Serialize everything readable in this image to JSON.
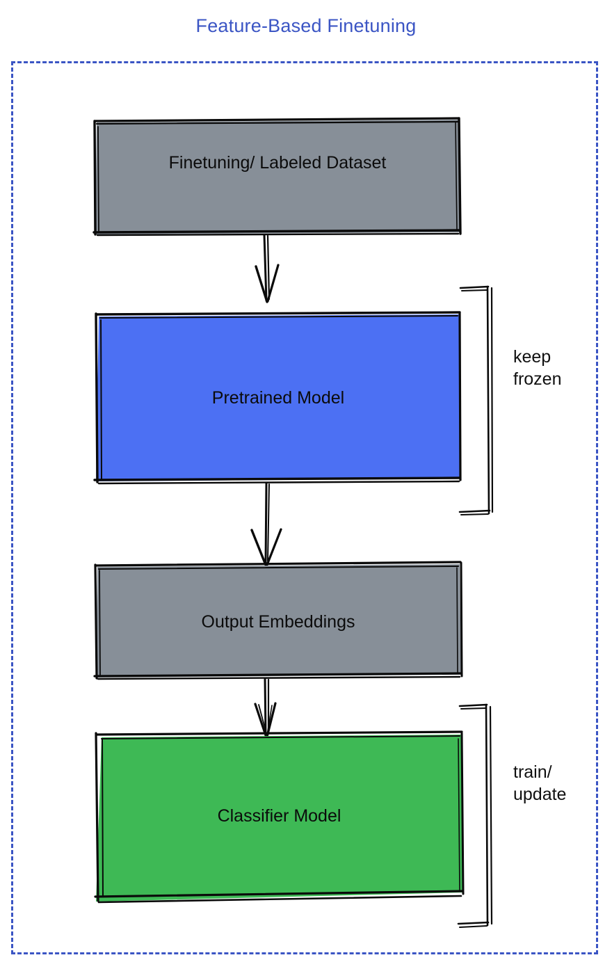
{
  "diagram": {
    "title": "Feature-Based Finetuning",
    "title_color": "#3b55c4",
    "frame_color": "#3b55c4",
    "frame_style": "dashed",
    "background": "#ffffff",
    "style": "hand-drawn sketch flowchart",
    "nodes": [
      {
        "id": "finetuning-dataset",
        "label": "Finetuning/ Labeled Dataset",
        "fill": "#878f98",
        "stroke": "#000000",
        "shape": "rectangle"
      },
      {
        "id": "pretrained-model",
        "label": "Pretrained Model",
        "fill": "#4c70f3",
        "stroke": "#000000",
        "shape": "rectangle"
      },
      {
        "id": "output-embeddings",
        "label": "Output Embeddings",
        "fill": "#878f98",
        "stroke": "#000000",
        "shape": "rectangle"
      },
      {
        "id": "classifier-model",
        "label": "Classifier Model",
        "fill": "#3eb955",
        "stroke": "#000000",
        "shape": "rectangle"
      }
    ],
    "edges": [
      {
        "from": "finetuning-dataset",
        "to": "pretrained-model",
        "type": "arrow"
      },
      {
        "from": "pretrained-model",
        "to": "output-embeddings",
        "type": "arrow"
      },
      {
        "from": "output-embeddings",
        "to": "classifier-model",
        "type": "arrow"
      }
    ],
    "annotations": [
      {
        "id": "keep-frozen",
        "text": "keep\nfrozen",
        "target": "pretrained-model",
        "marker": "right-bracket"
      },
      {
        "id": "train-update",
        "text": "train/\nupdate",
        "target": "classifier-model",
        "marker": "right-bracket"
      }
    ]
  }
}
